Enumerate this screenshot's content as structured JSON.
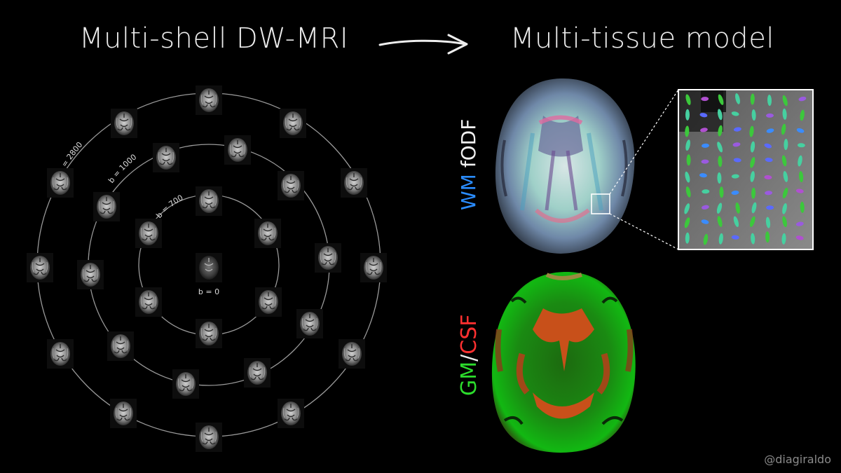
{
  "titles": {
    "left": "Multi-shell DW-MRI",
    "right": "Multi-tissue model"
  },
  "shells": {
    "b0": "b = 0",
    "b700": "b = 700",
    "b1000": "b = 1000",
    "b2800": "b = 2800"
  },
  "tissue_labels": {
    "wm": "WM",
    "fodf": "fODF",
    "gm": "GM",
    "slash": "/",
    "csf": "CSF"
  },
  "watermark": "@diagiraldo",
  "colors": {
    "wm_blue": "#2a8cff",
    "gm_green": "#2cdc2c",
    "csf_red": "#ff3030",
    "background": "#000000"
  }
}
